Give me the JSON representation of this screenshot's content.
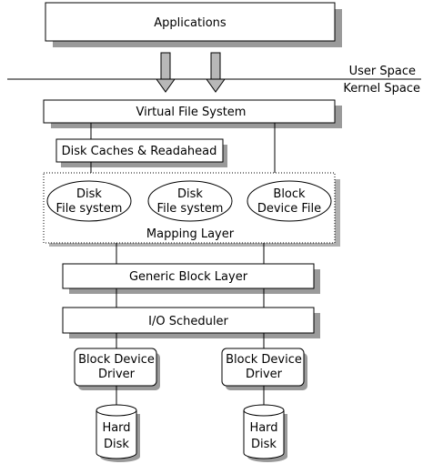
{
  "boundary": {
    "upper_label": "User Space",
    "lower_label": "Kernel Space"
  },
  "applications": {
    "label": "Applications"
  },
  "vfs": {
    "label": "Virtual File System"
  },
  "caches": {
    "label": "Disk Caches & Readahead"
  },
  "mapping_layer": {
    "label": "Mapping Layer",
    "items": [
      {
        "line1": "Disk",
        "line2": "File system"
      },
      {
        "line1": "Disk",
        "line2": "File system"
      },
      {
        "line1": "Block",
        "line2": "Device File"
      }
    ]
  },
  "generic_block_layer": {
    "label": "Generic Block Layer"
  },
  "io_scheduler": {
    "label": "I/O Scheduler"
  },
  "drivers": [
    {
      "line1": "Block Device",
      "line2": "Driver"
    },
    {
      "line1": "Block Device",
      "line2": "Driver"
    }
  ],
  "disks": [
    {
      "line1": "Hard",
      "line2": "Disk"
    },
    {
      "line1": "Hard",
      "line2": "Disk"
    }
  ]
}
